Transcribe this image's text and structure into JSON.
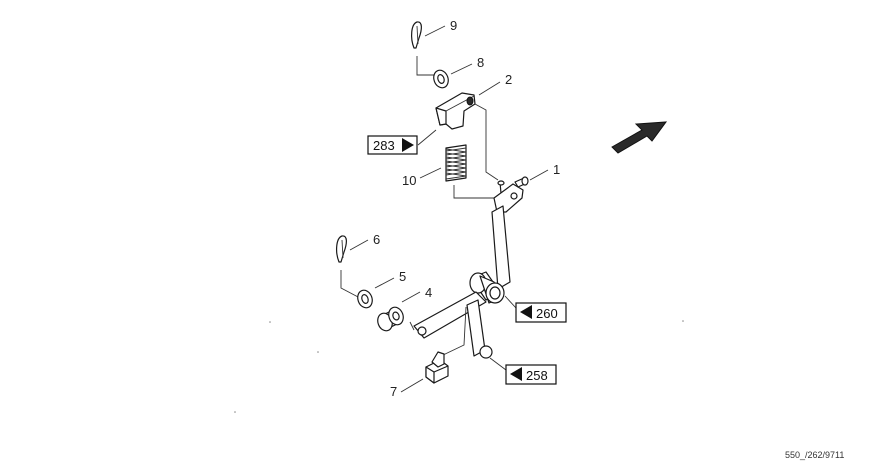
{
  "diagram": {
    "callouts": {
      "c1": "1",
      "c2": "2",
      "c4": "4",
      "c5": "5",
      "c6": "6",
      "c7": "7",
      "c8": "8",
      "c9": "9",
      "c10": "10"
    },
    "references": {
      "r283": "283",
      "r260": "260",
      "r258": "258"
    },
    "drawing_code": "550_/262/9711",
    "colors": {
      "line": "#1a1a1a",
      "fill": "#ffffff",
      "arrow": "#2a2a2a"
    }
  }
}
